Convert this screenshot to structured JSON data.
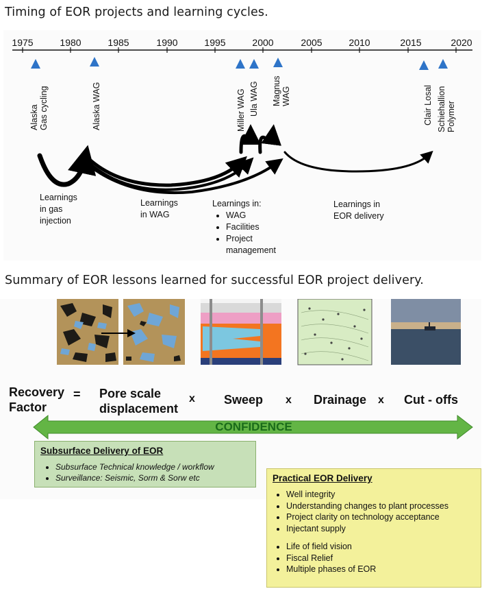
{
  "timeline": {
    "heading": "Timing of EOR projects and learning cycles.",
    "years": [
      "1975",
      "1980",
      "1985",
      "1990",
      "1995",
      "2000",
      "2005",
      "2010",
      "2015",
      "2020"
    ],
    "projects": [
      {
        "lines": [
          "Alaska",
          "Gas cycling"
        ],
        "year": 1976.3
      },
      {
        "lines": [
          "Alaska WAG"
        ],
        "year": 1982.3
      },
      {
        "lines": [
          "Miller WAG"
        ],
        "year": 1997.5
      },
      {
        "lines": [
          "Ula WAG"
        ],
        "year": 1998.8
      },
      {
        "lines": [
          "Magnus",
          "WAG"
        ],
        "year": 2001.2
      },
      {
        "lines": [
          "Clair Losal"
        ],
        "year": 2016.3
      },
      {
        "lines": [
          "Schiehallion",
          "Polymer"
        ],
        "year": 2018.3
      }
    ],
    "learnings": [
      {
        "lines": [
          "Learnings",
          "in gas",
          "injection"
        ]
      },
      {
        "lines": [
          "Learnings",
          "in WAG"
        ]
      },
      {
        "title": "Learnings in:",
        "bullets": [
          "WAG",
          "Facilities",
          "Project",
          "management"
        ]
      },
      {
        "lines": [
          "Learnings in",
          "EOR delivery"
        ]
      }
    ],
    "marker_color": "#2e74c8"
  },
  "summary": {
    "heading": "Summary of EOR lessons learned for successful EOR project delivery.",
    "equation": {
      "lhs_line1": "Recovery",
      "lhs_line2": "Factor",
      "equals": "=",
      "term1_line1": "Pore scale",
      "term1_line2": "displacement",
      "times": "x",
      "term2": "Sweep",
      "term3": "Drainage",
      "term4": "Cut - offs"
    },
    "confidence_label": "CONFIDENCE",
    "confidence_color": "#63b545",
    "subsurface": {
      "title": "Subsurface Delivery of EOR",
      "items": [
        "Subsurface Technical knowledge / workflow",
        "Surveillance: Seismic, Sorm & Sorw etc"
      ]
    },
    "practical": {
      "title": "Practical EOR Delivery",
      "items_group1": [
        "Well integrity",
        "Understanding changes to plant processes",
        "Project clarity on technology acceptance",
        "Injectant supply"
      ],
      "items_group2": [
        "Life of field vision",
        "Fiscal Relief",
        "Multiple phases of EOR"
      ]
    }
  }
}
